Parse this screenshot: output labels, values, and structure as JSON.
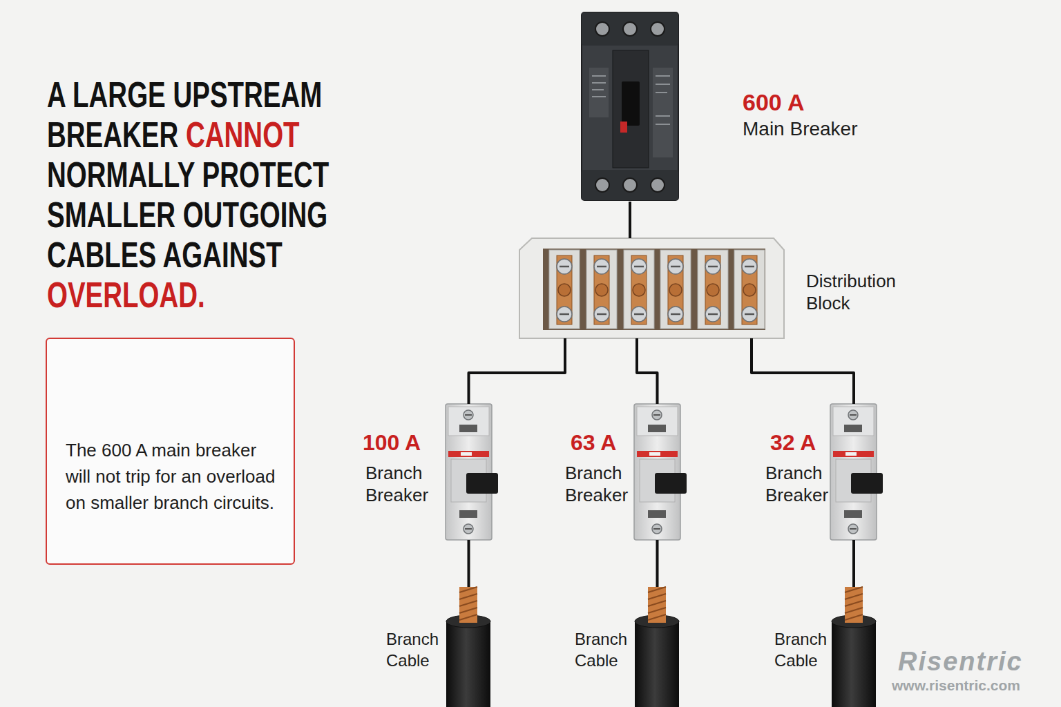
{
  "diagram": {
    "title": "A LARGE UPSTREAM BREAKER CANNOT NORMALLY PROTECT SMALLER OUTGOING CABLES AGAINST OVERLOAD.",
    "nodes": [
      {
        "text": [
          "600 A",
          "Main Breaker"
        ]
      },
      {
        "text": [
          "Distribution Block"
        ]
      },
      {
        "text": [
          "The 600 A main breaker will not trip for an overload on smaller branch circuits."
        ]
      },
      {
        "text": [
          "100 A",
          "Branch Breaker"
        ]
      },
      {
        "text": [
          "63 A",
          "Branch Breaker"
        ]
      },
      {
        "text": [
          "32 A",
          "Branch Breaker"
        ]
      },
      {
        "text": [
          "Branch Cable"
        ]
      },
      {
        "text": [
          "Branch Cable"
        ]
      },
      {
        "text": [
          "Branch Cable"
        ]
      }
    ],
    "edges": [
      {
        "from": 0,
        "to": 1,
        "arrow": "none"
      },
      {
        "from": 1,
        "to": 3,
        "arrow": "none"
      },
      {
        "from": 1,
        "to": 4,
        "arrow": "none"
      },
      {
        "from": 1,
        "to": 5,
        "arrow": "none"
      },
      {
        "from": 3,
        "to": 6,
        "arrow": "none"
      },
      {
        "from": 4,
        "to": 7,
        "arrow": "none"
      },
      {
        "from": 5,
        "to": 8,
        "arrow": "none"
      }
    ],
    "labels": [
      "Risentric",
      "www.risentric.com"
    ]
  }
}
